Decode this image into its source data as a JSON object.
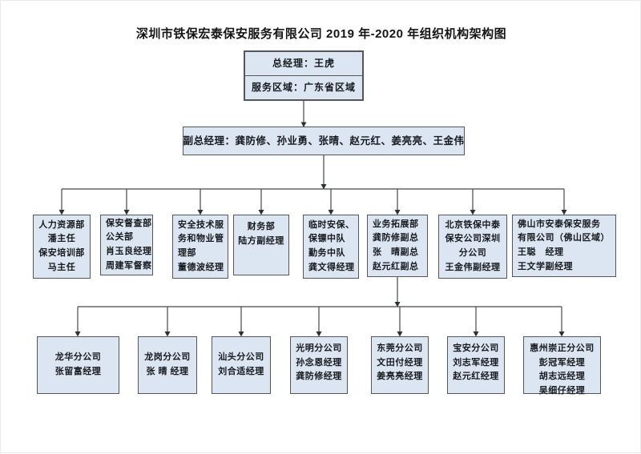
{
  "page": {
    "title": "深圳市铁保宏泰保安服务有限公司 2019 年-2020 年组织机构架构图"
  },
  "colors": {
    "box_fill": "#dbe6f2",
    "box_border": "#53575c",
    "connector": "#3f4347",
    "text": "#17191d"
  },
  "nodes": {
    "level1": {
      "lines": [
        "总经理：王虎",
        "服务区域：广东省区域"
      ]
    },
    "level2": {
      "label": "副总经理：龚防修、孙业勇、张晴、赵元红、姜亮亮、王金伟"
    },
    "level3": [
      {
        "lines": [
          "人力资源部",
          "潘主任",
          "保安培训部",
          "马主任"
        ]
      },
      {
        "lines": [
          "保安督查部",
          "公关部",
          "肖玉良经理",
          "周建军督察"
        ]
      },
      {
        "lines": [
          "安全技术服务和物业管理部",
          "董德波经理"
        ]
      },
      {
        "lines": [
          "财务部",
          "陆方副经理"
        ]
      },
      {
        "lines": [
          "临时安保、",
          "保镖中队",
          "勤务中队",
          "龚文得经理"
        ]
      },
      {
        "lines": [
          "业务拓展部",
          "龚防修副总",
          "张　晴副总",
          "赵元红副总"
        ]
      },
      {
        "lines": [
          "北京铁保中泰",
          "保安公司深圳",
          "分公司",
          "王金伟副经理"
        ]
      },
      {
        "lines": [
          "佛山市安泰保安服务",
          "有限公司（佛山区域）",
          "王聪　经理",
          "王文学副经理"
        ]
      }
    ],
    "level4": [
      {
        "lines": [
          "龙华分公司",
          "张留富经理"
        ]
      },
      {
        "lines": [
          "龙岗分公司",
          "张 晴 经理"
        ]
      },
      {
        "lines": [
          "汕头分公司",
          "刘合适经理"
        ]
      },
      {
        "lines": [
          "光明分公司",
          "孙念恩经理",
          "龚防修经理"
        ]
      },
      {
        "lines": [
          "东莞分公司",
          "文田付经理",
          "姜亮亮经理"
        ]
      },
      {
        "lines": [
          "宝安分公司",
          "刘志军经理",
          "赵元红经理"
        ]
      },
      {
        "lines": [
          "惠州崇正分公司",
          "彭冠军经理",
          "胡志远经理",
          "吴细仔经理"
        ]
      }
    ]
  }
}
